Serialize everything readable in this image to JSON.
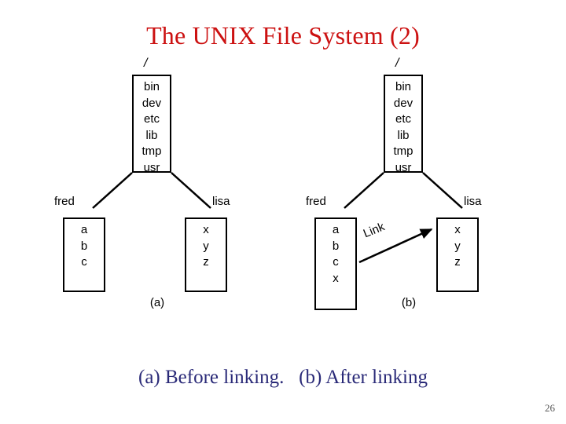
{
  "slide": {
    "title": "The UNIX File System (2)",
    "caption": "(a) Before linking.   (b) After linking",
    "page_number": "26",
    "colors": {
      "title": "#CC1111",
      "caption": "#2A2A78",
      "diagram_line": "#000000",
      "background": "#FFFFFF"
    }
  },
  "figure": {
    "panels": [
      {
        "id": "a",
        "panel_label": "(a)",
        "root": {
          "label": "/",
          "entries": [
            "bin",
            "dev",
            "etc",
            "lib",
            "tmp",
            "usr"
          ]
        },
        "children": [
          {
            "label": "fred",
            "entries": [
              "a",
              "b",
              "c"
            ]
          },
          {
            "label": "lisa",
            "entries": [
              "x",
              "y",
              "z"
            ]
          }
        ],
        "link": null
      },
      {
        "id": "b",
        "panel_label": "(b)",
        "root": {
          "label": "/",
          "entries": [
            "bin",
            "dev",
            "etc",
            "lib",
            "tmp",
            "usr"
          ]
        },
        "children": [
          {
            "label": "fred",
            "entries": [
              "a",
              "b",
              "c",
              "x"
            ]
          },
          {
            "label": "lisa",
            "entries": [
              "x",
              "y",
              "z"
            ]
          }
        ],
        "link": {
          "label": "Link",
          "from": "fred",
          "to": "lisa"
        }
      }
    ]
  }
}
